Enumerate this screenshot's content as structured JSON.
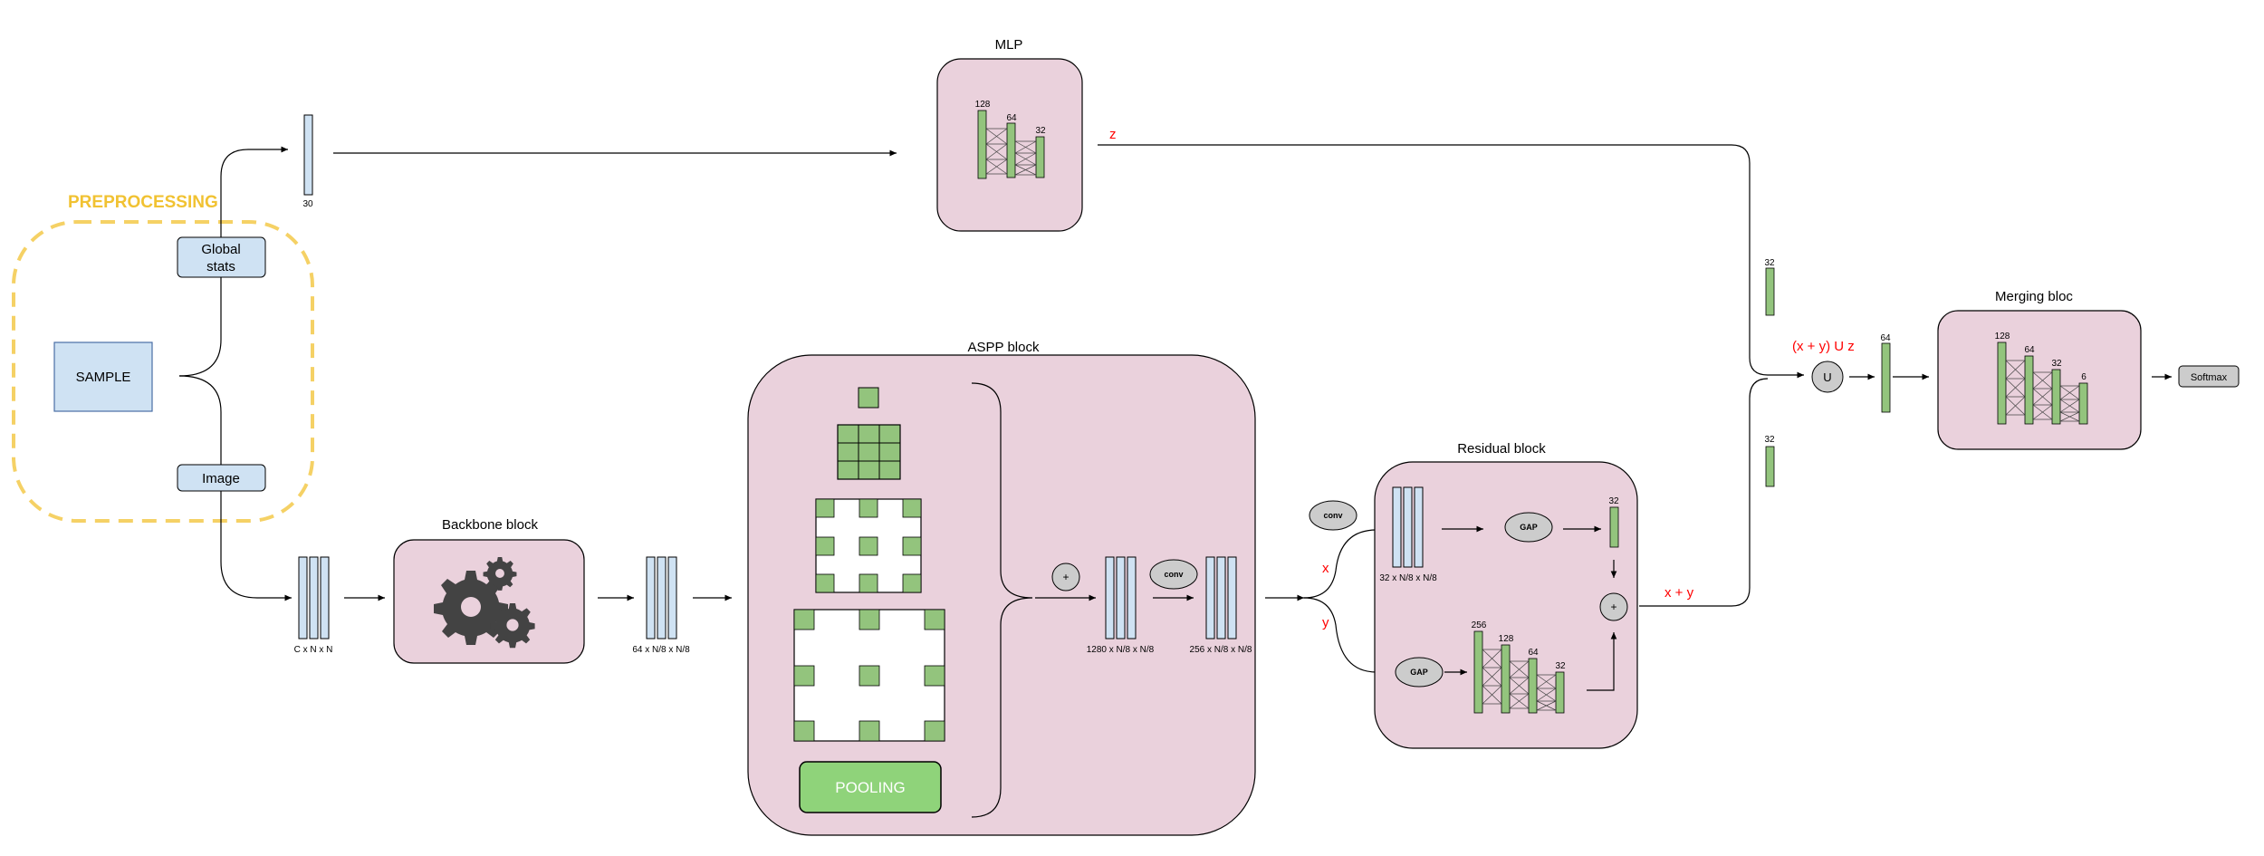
{
  "preprocessing": {
    "title": "PREPROCESSING",
    "sample_label": "SAMPLE",
    "global_stats_line1": "Global",
    "global_stats_line2": "stats",
    "image_label": "Image",
    "stats_vector_dim": "30",
    "image_tensor_dim": "C x N x N"
  },
  "mlp": {
    "title": "MLP",
    "dims": [
      "128",
      "64",
      "32"
    ],
    "output_var": "z"
  },
  "backbone": {
    "title": "Backbone block",
    "output_dim": "64 x N/8 x N/8"
  },
  "aspp": {
    "title": "ASPP block",
    "pooling_label": "POOLING",
    "plus_symbol": "+",
    "concat_dim": "1280 x N/8 x N/8",
    "conv_label": "conv",
    "output_dim": "256 x N/8 x N/8"
  },
  "residual": {
    "title": "Residual block",
    "branch_x": "x",
    "branch_y": "y",
    "conv_label": "conv",
    "conv_dim": "32 x N/8 x N/8",
    "gap_label": "GAP",
    "top_vector_dim": "32",
    "dense_dims": [
      "256",
      "128",
      "64",
      "32"
    ],
    "plus_symbol": "+",
    "output_var": "x + y"
  },
  "merge": {
    "z_vector_dim": "32",
    "xy_vector_dim": "32",
    "union_label": "(x + y) U z",
    "union_symbol": "U",
    "concat_dim": "64",
    "title": "Merging bloc",
    "dims": [
      "128",
      "64",
      "32",
      "6"
    ],
    "softmax_label": "Softmax"
  },
  "colors": {
    "block_fill": "#ead1dc",
    "vector_blue": "#cfe2f3",
    "vector_green": "#93c47d",
    "pooling_green": "#8fd37a",
    "preprocessing_gold": "#f1c232",
    "annotation_red": "#ff0000",
    "node_gray": "#cccccc",
    "gear_dark": "#434343"
  }
}
